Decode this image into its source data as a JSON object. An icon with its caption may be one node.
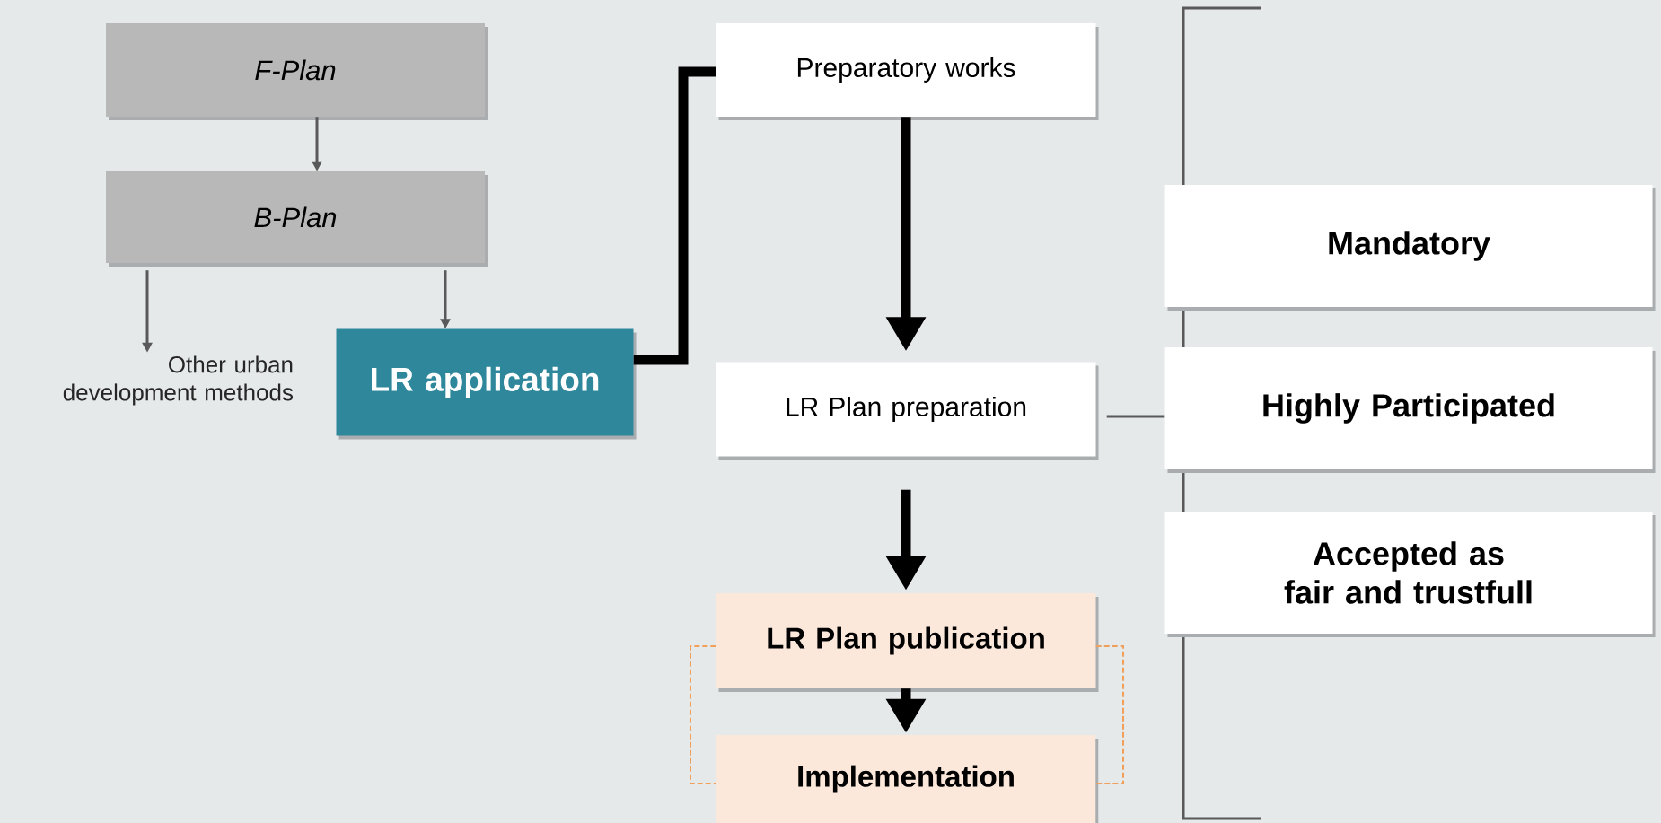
{
  "diagram": {
    "nodes": [
      {
        "text": [
          "F-Plan"
        ]
      },
      {
        "text": [
          "B-Plan"
        ]
      },
      {
        "text": [
          "Other urban development methods"
        ]
      },
      {
        "text": [
          "LR application"
        ]
      },
      {
        "text": [
          "Preparatory works"
        ]
      },
      {
        "text": [
          "LR Plan preparation"
        ]
      },
      {
        "text": [
          "LR Plan publication"
        ]
      },
      {
        "text": [
          "Implementation"
        ]
      },
      {
        "text": [
          "Mandatory"
        ]
      },
      {
        "text": [
          "Highly Participated"
        ]
      },
      {
        "text": [
          "Accepted as fair and trustfull"
        ]
      }
    ],
    "edges": [
      {
        "from": 0,
        "to": 1,
        "arrow": "to"
      },
      {
        "from": 1,
        "to": 2,
        "arrow": "to"
      },
      {
        "from": 1,
        "to": 3,
        "arrow": "to"
      },
      {
        "from": 3,
        "to": 4,
        "arrow": "none",
        "style": "thick",
        "color": "#000000"
      },
      {
        "from": 4,
        "to": 5,
        "arrow": "to",
        "style": "thick",
        "color": "#000000"
      },
      {
        "from": 5,
        "to": 6,
        "arrow": "to",
        "style": "thick",
        "color": "#000000"
      },
      {
        "from": 6,
        "to": 7,
        "arrow": "to",
        "style": "thick",
        "color": "#000000"
      },
      {
        "from": 6,
        "to": 7,
        "arrow": "none",
        "style": "dashed",
        "color": "#f0a05a"
      },
      {
        "from": 6,
        "to": 7,
        "arrow": "none",
        "style": "dashed",
        "color": "#f0a05a"
      },
      {
        "from": 5,
        "to": 9,
        "arrow": "none"
      }
    ]
  }
}
